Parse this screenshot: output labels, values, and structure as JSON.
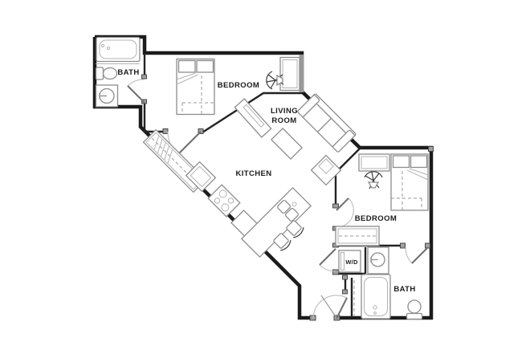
{
  "plan": {
    "title": "two-bedroom-two-bath-floor-plan",
    "labels": {
      "bath1": "BATH",
      "bedroom1": "BEDROOM",
      "living1": "LIVING",
      "living2": "ROOM",
      "kitchen": "KITCHEN",
      "bedroom2": "BEDROOM",
      "wd": "W/D",
      "bath2": "BATH"
    },
    "colors": {
      "background": "#ffffff",
      "exterior_wall": "#1b1b1b",
      "interior_wall": "#232323",
      "fixture_line": "#8d8d8d",
      "fixture_light": "#b3b3b3",
      "door_arc": "#bdbdbd",
      "wall_cap": "#a0a0a0",
      "label_text": "#1c1c1c"
    }
  }
}
